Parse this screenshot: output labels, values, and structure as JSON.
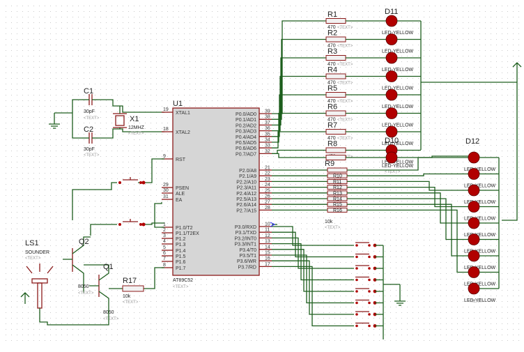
{
  "colors": {
    "wire": "#1d5e1d",
    "component_outline": "#8b1a1a",
    "chip_fill": "#d6d6d6",
    "led_fill": "#b10000",
    "grid_dot": "#c8c8c8",
    "marker": "#3333ff"
  },
  "text_placeholder": "<TEXT>",
  "mcu": {
    "ref": "U1",
    "part": "AT89C52",
    "left_pins": [
      {
        "num": "19",
        "name": "XTAL1"
      },
      {
        "num": "18",
        "name": "XTAL2"
      },
      {
        "num": "9",
        "name": "RST"
      },
      {
        "num": "29",
        "name": "PSEN"
      },
      {
        "num": "30",
        "name": "ALE"
      },
      {
        "num": "31",
        "name": "EA"
      },
      {
        "num": "1",
        "name": "P1.0/T2"
      },
      {
        "num": "2",
        "name": "P1.1/T2EX"
      },
      {
        "num": "3",
        "name": "P1.2"
      },
      {
        "num": "4",
        "name": "P1.3"
      },
      {
        "num": "5",
        "name": "P1.4"
      },
      {
        "num": "6",
        "name": "P1.5"
      },
      {
        "num": "7",
        "name": "P1.6"
      },
      {
        "num": "8",
        "name": "P1.7"
      }
    ],
    "right_pins": [
      {
        "num": "39",
        "name": "P0.0/AD0"
      },
      {
        "num": "38",
        "name": "P0.1/AD1"
      },
      {
        "num": "37",
        "name": "P0.2/AD2"
      },
      {
        "num": "36",
        "name": "P0.3/AD3"
      },
      {
        "num": "35",
        "name": "P0.4/AD4"
      },
      {
        "num": "34",
        "name": "P0.5/AD5"
      },
      {
        "num": "33",
        "name": "P0.6/AD6"
      },
      {
        "num": "32",
        "name": "P0.7/AD7"
      },
      {
        "num": "21",
        "name": "P2.0/A8"
      },
      {
        "num": "22",
        "name": "P2.1/A9"
      },
      {
        "num": "23",
        "name": "P2.2/A10"
      },
      {
        "num": "24",
        "name": "P2.3/A11"
      },
      {
        "num": "25",
        "name": "P2.4/A12"
      },
      {
        "num": "26",
        "name": "P2.5/A13"
      },
      {
        "num": "27",
        "name": "P2.6/A14"
      },
      {
        "num": "28",
        "name": "P2.7/A15"
      },
      {
        "num": "10",
        "name": "P3.0/RXD"
      },
      {
        "num": "11",
        "name": "P3.1/TXD"
      },
      {
        "num": "12",
        "name": "P3.2/INT0"
      },
      {
        "num": "13",
        "name": "P3.3/INT1"
      },
      {
        "num": "14",
        "name": "P3.4/T0"
      },
      {
        "num": "15",
        "name": "P3.5/T1"
      },
      {
        "num": "16",
        "name": "P3.6/WR"
      },
      {
        "num": "17",
        "name": "P3.7/RD"
      }
    ]
  },
  "crystal": {
    "ref": "X1",
    "value": "12MHZ"
  },
  "capacitors": [
    {
      "ref": "C1",
      "value": "30pF"
    },
    {
      "ref": "C2",
      "value": "30pF"
    }
  ],
  "top_resistors": [
    "R1",
    "R2",
    "R3",
    "R4",
    "R5",
    "R6",
    "R7",
    "R8"
  ],
  "resistor_value": "470",
  "r9": {
    "ref": "R9",
    "value": "10k"
  },
  "r9_pins": [
    "R10",
    "R11",
    "R12",
    "R13",
    "R14",
    "R15",
    "R16"
  ],
  "r17": {
    "ref": "R17",
    "value": "10k"
  },
  "leds_top": [
    "D11",
    "",
    "",
    "",
    "",
    "",
    "",
    ""
  ],
  "led_label": "LED-YELLOW",
  "led_d10": "D10",
  "led_d12": "D12",
  "transistors": [
    {
      "ref": "Q2",
      "value": "8050"
    },
    {
      "ref": "Q1",
      "value": "8050"
    }
  ],
  "speaker": {
    "ref": "LS1",
    "value": "SOUNDER"
  }
}
